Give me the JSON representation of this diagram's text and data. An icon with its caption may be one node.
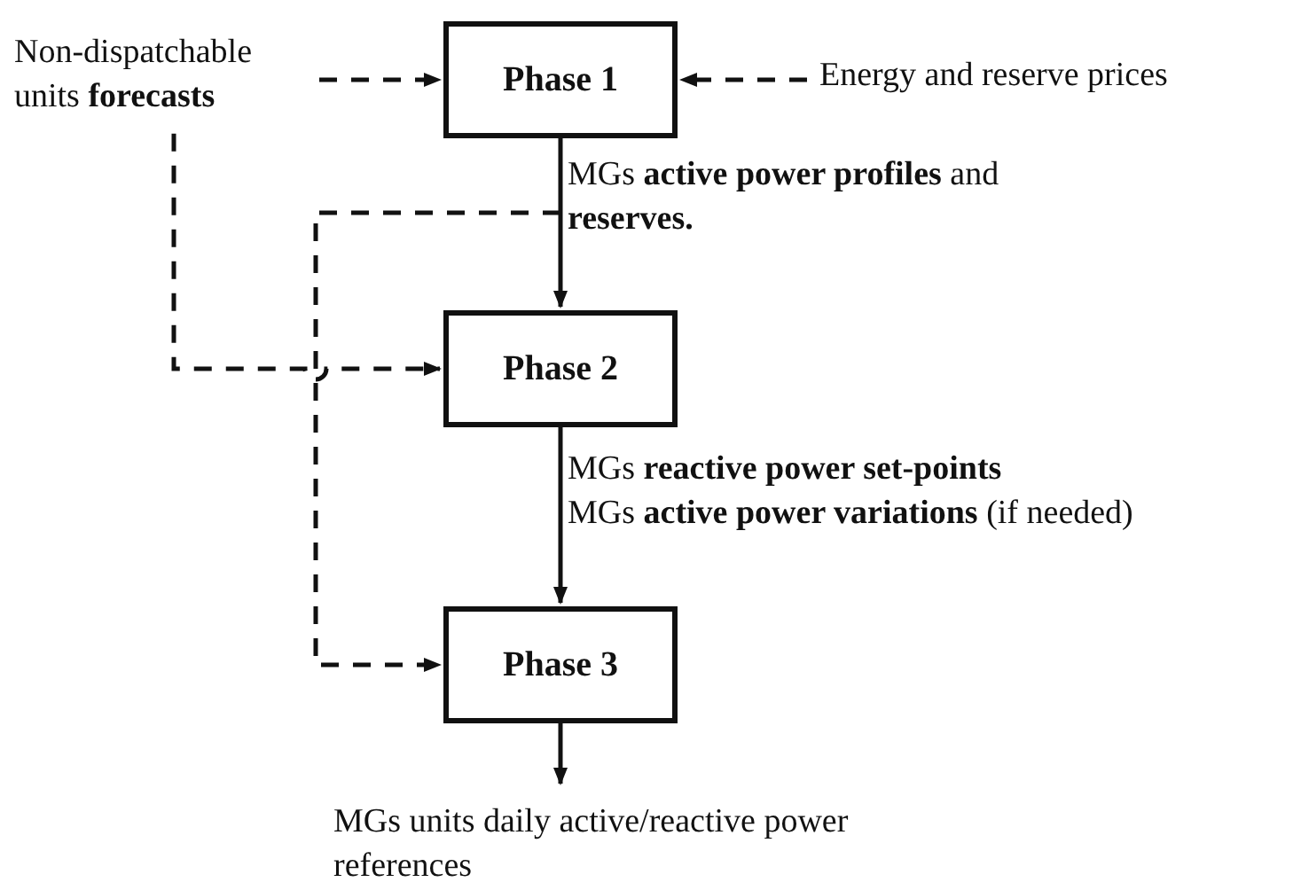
{
  "diagram": {
    "nodes": [
      {
        "text": [
          "Non-dispatchable units **forecasts**"
        ]
      },
      {
        "text": [
          "Phase 1"
        ]
      },
      {
        "text": [
          "Energy and reserve prices"
        ]
      },
      {
        "text": [
          "Phase 2"
        ]
      },
      {
        "text": [
          "Phase 3"
        ]
      },
      {
        "text": [
          "MGs units daily active/reactive power references"
        ]
      }
    ],
    "edges": [
      {
        "from": 0,
        "to": 1,
        "arrow": "to",
        "style": "dashed"
      },
      {
        "from": 2,
        "to": 1,
        "arrow": "to",
        "style": "dashed"
      },
      {
        "from": 0,
        "to": 3,
        "arrow": "to",
        "style": "dashed"
      },
      {
        "from": 1,
        "to": 3,
        "arrow": "to",
        "label": "MGs **active power profiles** and **reserves.**"
      },
      {
        "from": 1,
        "to": 4,
        "arrow": "to",
        "style": "dashed"
      },
      {
        "from": 3,
        "to": 4,
        "arrow": "to",
        "label": "MGs **reactive power set-points**"
      },
      {
        "from": 4,
        "to": 5,
        "arrow": "to"
      }
    ],
    "labels": [
      "MGs **active power variations** (if needed)"
    ]
  }
}
